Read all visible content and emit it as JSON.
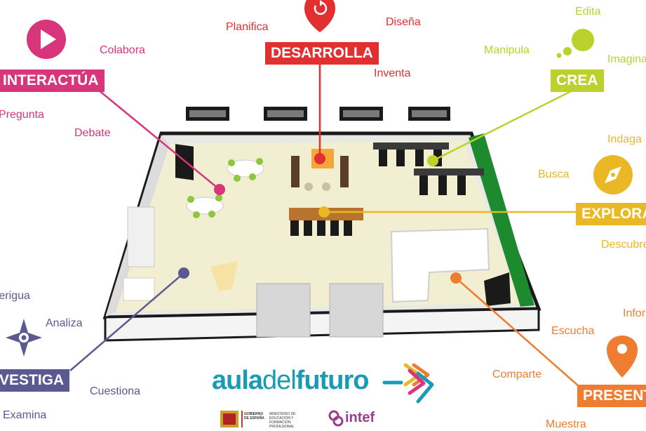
{
  "zones": {
    "desarrolla": {
      "label": "DESARROLLA",
      "color": "#e1302f",
      "verbs": [
        "Planifica",
        "Diseña",
        "Inventa"
      ],
      "icon": "refresh-icon"
    },
    "interactua": {
      "label": "INTERACTÚA",
      "color": "#d9357a",
      "verbs": [
        "Colabora",
        "Pregunta",
        "Debate"
      ],
      "icon": "play-icon"
    },
    "crea": {
      "label": "CREA",
      "color": "#bcd22c",
      "verbs": [
        "Edita",
        "Manipula",
        "Imagina"
      ],
      "icon": "thought-bubble-icon"
    },
    "explora": {
      "label": "EXPLORA",
      "color": "#e9b824",
      "verbs": [
        "Indaga",
        "Busca",
        "Descubre"
      ],
      "icon": "compass-icon"
    },
    "investiga": {
      "label": "INVESTIGA",
      "color": "#5b5991",
      "verbs": [
        "Averigua",
        "Analiza",
        "Cuestiona",
        "Examina"
      ],
      "icon": "compass-rose-icon"
    },
    "presenta": {
      "label": "PRESENTA",
      "color": "#ee7d32",
      "verbs": [
        "Informa",
        "Escucha",
        "Comparte",
        "Muestra"
      ],
      "icon": "location-pin-icon"
    }
  },
  "logo": {
    "part1": "aula",
    "part2": "del",
    "part3": "futuro",
    "color_main": "#1a9bb5",
    "color_secondary": "#1a9bb5"
  },
  "footer": {
    "ministry_line1": "GOBIERNO DE ESPAÑA",
    "ministry_line2": "MINISTERIO DE EDUCACIÓN Y FORMACIÓN PROFESIONAL",
    "intef": "intef"
  }
}
